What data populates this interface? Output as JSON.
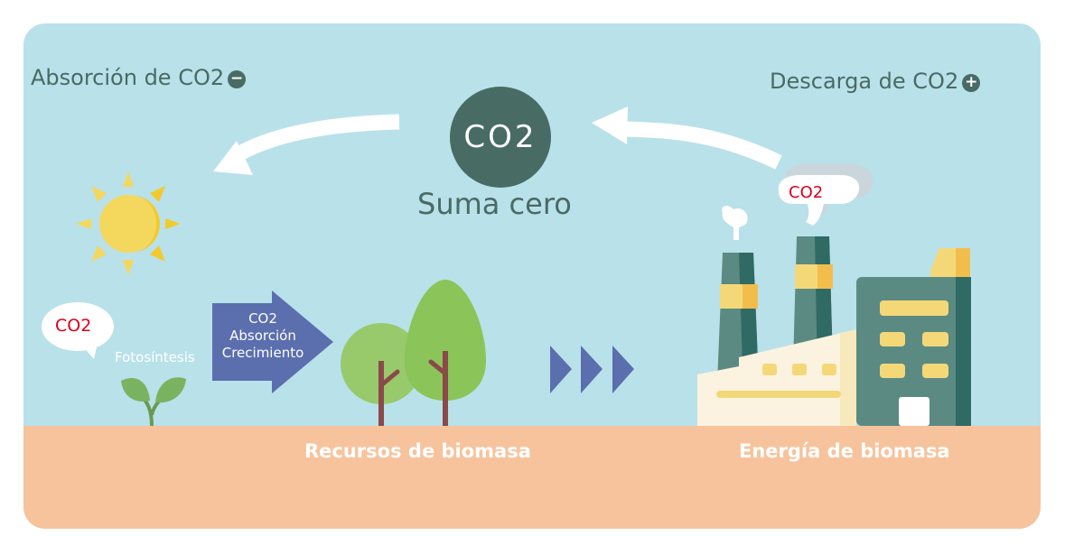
{
  "titles": {
    "absorption": "Absorción de CO2",
    "absorption_icon": "minus-circle-icon",
    "absorption_symbol": "−",
    "discharge": "Descarga de CO2",
    "discharge_icon": "plus-circle-icon",
    "discharge_symbol": "+"
  },
  "center": {
    "co2_label": "CO2",
    "caption": "Suma cero"
  },
  "left": {
    "bubble_text": "CO2",
    "photosynthesis_label": "Fotosíntesis",
    "arrow_lines": [
      "CO2",
      "Absorción",
      "Crecimiento"
    ]
  },
  "factory": {
    "bubble_text": "CO2"
  },
  "ground_labels": {
    "resources": "Recursos de biomasa",
    "energy": "Energía de biomasa"
  },
  "colors": {
    "sky": "#b9e1ea",
    "ground": "#f7c39c",
    "dark_teal": "#486b64",
    "arrow_blue": "#5b6eae",
    "co2_red": "#d9001b",
    "sun_yellow": "#f4d85e",
    "tree_light": "#98c96a",
    "tree_dark": "#8bc458",
    "trunk": "#8a4a4a"
  }
}
